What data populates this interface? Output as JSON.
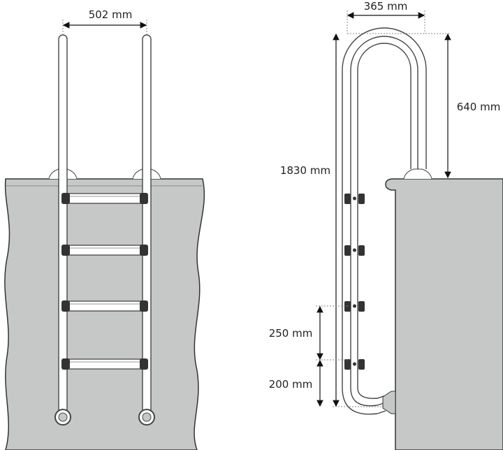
{
  "front_view": {
    "width_label": "502 mm",
    "steps": 4
  },
  "side_view": {
    "depth_label": "365 mm",
    "total_height_label": "1830 mm",
    "above_deck_label": "640 mm",
    "step_spacing_label": "250 mm",
    "bottom_step_label": "200 mm",
    "steps": 4
  },
  "colors": {
    "wall": "#c6c8c8",
    "line": "#333333"
  }
}
